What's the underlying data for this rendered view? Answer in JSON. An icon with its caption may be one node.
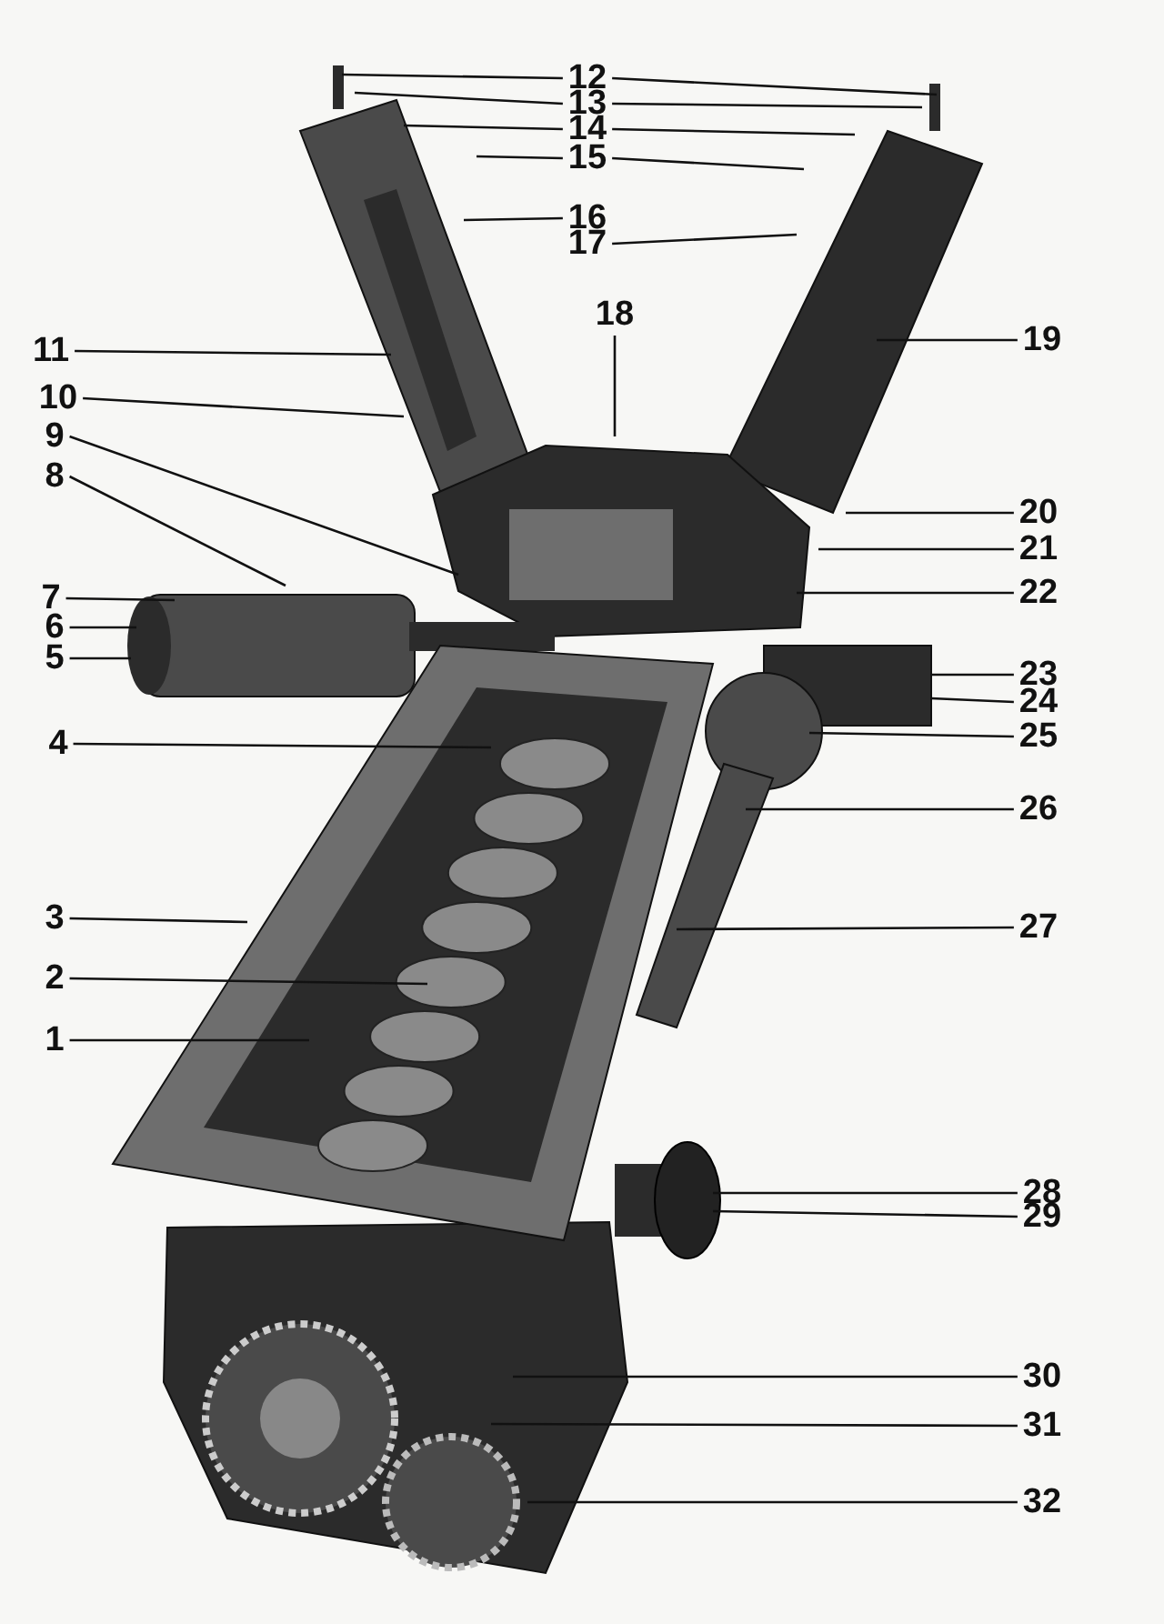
{
  "diagram": {
    "nodes": [
      {
        "text": [
          "12"
        ]
      },
      {
        "text": [
          "13"
        ]
      },
      {
        "text": [
          "14"
        ]
      },
      {
        "text": [
          "15"
        ]
      },
      {
        "text": [
          "16"
        ]
      },
      {
        "text": [
          "17"
        ]
      },
      {
        "text": [
          "18"
        ]
      },
      {
        "text": [
          "11"
        ]
      },
      {
        "text": [
          "19"
        ]
      },
      {
        "text": [
          "10"
        ]
      },
      {
        "text": [
          "9"
        ]
      },
      {
        "text": [
          "8"
        ]
      },
      {
        "text": [
          "20"
        ]
      },
      {
        "text": [
          "21"
        ]
      },
      {
        "text": [
          "22"
        ]
      },
      {
        "text": [
          "7"
        ]
      },
      {
        "text": [
          "6"
        ]
      },
      {
        "text": [
          "5"
        ]
      },
      {
        "text": [
          "23"
        ]
      },
      {
        "text": [
          "24"
        ]
      },
      {
        "text": [
          "25"
        ]
      },
      {
        "text": [
          "4"
        ]
      },
      {
        "text": [
          "26"
        ]
      },
      {
        "text": [
          "3"
        ]
      },
      {
        "text": [
          "27"
        ]
      },
      {
        "text": [
          "2"
        ]
      },
      {
        "text": [
          "1"
        ]
      },
      {
        "text": [
          "28"
        ]
      },
      {
        "text": [
          "29"
        ]
      },
      {
        "text": [
          "30"
        ]
      },
      {
        "text": [
          "31"
        ]
      },
      {
        "text": [
          "32"
        ]
      }
    ],
    "edges": [
      {
        "from": 0,
        "to": null,
        "arrow": "none"
      },
      {
        "from": 0,
        "to": null,
        "arrow": "none"
      },
      {
        "from": 1,
        "to": null,
        "arrow": "none"
      },
      {
        "from": 1,
        "to": null,
        "arrow": "none"
      },
      {
        "from": 2,
        "to": null,
        "arrow": "none"
      },
      {
        "from": 2,
        "to": null,
        "arrow": "none"
      },
      {
        "from": 3,
        "to": null,
        "arrow": "none"
      },
      {
        "from": 3,
        "to": null,
        "arrow": "none"
      },
      {
        "from": 4,
        "to": null,
        "arrow": "none"
      },
      {
        "from": 5,
        "to": null,
        "arrow": "none"
      },
      {
        "from": 6,
        "to": null,
        "arrow": "none"
      },
      {
        "from": 7,
        "to": null,
        "arrow": "none"
      },
      {
        "from": 8,
        "to": null,
        "arrow": "none"
      },
      {
        "from": 9,
        "to": null,
        "arrow": "none"
      },
      {
        "from": 10,
        "to": null,
        "arrow": "none"
      },
      {
        "from": 11,
        "to": null,
        "arrow": "none"
      },
      {
        "from": 12,
        "to": null,
        "arrow": "none"
      },
      {
        "from": 13,
        "to": null,
        "arrow": "none"
      },
      {
        "from": 14,
        "to": null,
        "arrow": "none"
      },
      {
        "from": 15,
        "to": null,
        "arrow": "none"
      },
      {
        "from": 16,
        "to": null,
        "arrow": "none"
      },
      {
        "from": 17,
        "to": null,
        "arrow": "none"
      },
      {
        "from": 18,
        "to": null,
        "arrow": "none"
      },
      {
        "from": 19,
        "to": null,
        "arrow": "none"
      },
      {
        "from": 20,
        "to": null,
        "arrow": "none"
      },
      {
        "from": 21,
        "to": null,
        "arrow": "none"
      },
      {
        "from": 22,
        "to": null,
        "arrow": "none"
      },
      {
        "from": 23,
        "to": null,
        "arrow": "none"
      },
      {
        "from": 24,
        "to": null,
        "arrow": "none"
      },
      {
        "from": 25,
        "to": null,
        "arrow": "none"
      },
      {
        "from": 26,
        "to": null,
        "arrow": "none"
      },
      {
        "from": 27,
        "to": null,
        "arrow": "none"
      },
      {
        "from": 28,
        "to": null,
        "arrow": "none"
      },
      {
        "from": 29,
        "to": null,
        "arrow": "none"
      },
      {
        "from": 30,
        "to": null,
        "arrow": "none"
      },
      {
        "from": 31,
        "to": null,
        "arrow": "none"
      }
    ]
  }
}
